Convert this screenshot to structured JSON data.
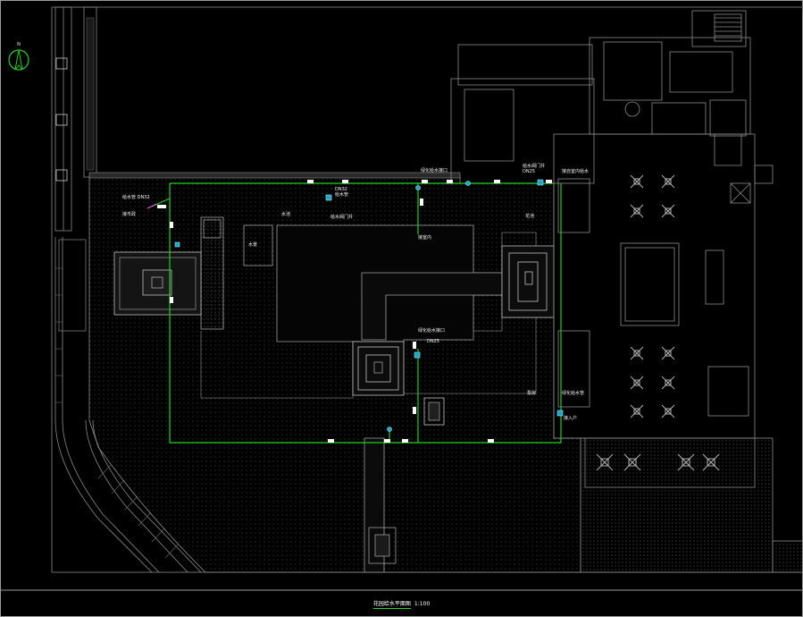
{
  "drawing": {
    "north_marker": "N",
    "caption_title": "花园给水平面图",
    "caption_scale": "1:100",
    "colors": {
      "background": "#000000",
      "linework": "#9a9a9a",
      "pipe": "#1fd21f",
      "valve": "#18a7c9",
      "text": "#f2f2f2",
      "magenta": "#d640d6"
    },
    "annotations": {
      "top_left": [
        "给水管 DN32",
        "接市政"
      ],
      "top_center": [
        "DN32",
        "给水管"
      ],
      "top_center_2": [
        "给水阀门井"
      ],
      "top_right": [
        "接自室内给水"
      ],
      "center_top": [
        "绿化给水接口"
      ],
      "center_mid": [
        "给水阀门井",
        "DN25"
      ],
      "center_lower": [
        "接室内"
      ],
      "right_lower": [
        "绿化给水管",
        "接入户"
      ],
      "rooms": [
        "水池",
        "水景",
        "花池",
        "泵房"
      ]
    }
  }
}
